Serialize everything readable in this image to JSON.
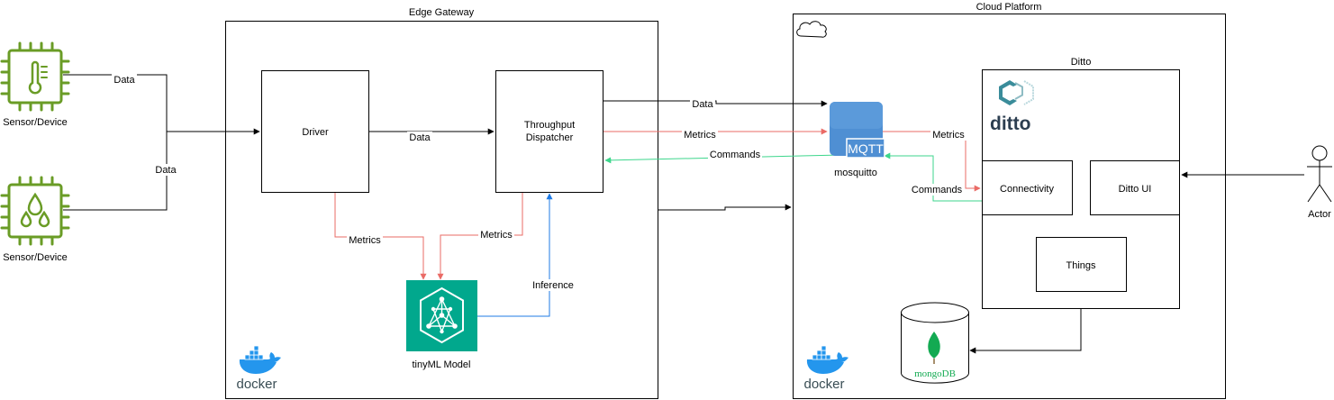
{
  "groups": {
    "edge_gateway": "Edge Gateway",
    "cloud_platform": "Cloud Platform",
    "ditto": "Ditto"
  },
  "nodes": {
    "sensor_temp": "Sensor/Device",
    "sensor_humidity": "Sensor/Device",
    "driver": "Driver",
    "dispatcher_line1": "Throughput",
    "dispatcher_line2": "Dispatcher",
    "tinyml": "tinyML Model",
    "mosquitto": "mosquitto",
    "mqtt_logo": "MQTT",
    "connectivity": "Connectivity",
    "ditto_ui": "Ditto UI",
    "things": "Things",
    "ditto_logo": "ditto",
    "mongodb_logo": "mongoDB",
    "docker_edge": "docker",
    "docker_cloud": "docker",
    "actor": "Actor"
  },
  "edges": {
    "data_sensor1": "Data",
    "data_sensor2": "Data",
    "data_driver_dispatcher": "Data",
    "data_dispatcher_mqtt": "Data",
    "metrics_dispatcher_mqtt": "Metrics",
    "commands_mqtt_dispatcher": "Commands",
    "metrics_mqtt_connectivity": "Metrics",
    "commands_connectivity_mqtt": "Commands",
    "metrics_driver_tinyml": "Metrics",
    "metrics_dispatcher_tinyml": "Metrics",
    "inference": "Inference"
  },
  "colors": {
    "sensor_green": "#6a9c26",
    "metrics_red": "#ea6b66",
    "commands_green": "#3dd68c",
    "inference_blue": "#1f7be6",
    "tinyml_teal": "#01a88d",
    "mqtt_blue": "#4f8fd3",
    "docker_blue": "#2496ed",
    "ditto_teal": "#3a8c9a",
    "mongo_green": "#13aa52"
  },
  "icons": [
    "temperature-sensor-icon",
    "humidity-sensor-icon",
    "tinyml-icon",
    "mqtt-icon",
    "ditto-logo-icon",
    "mongodb-icon",
    "docker-icon",
    "cloud-icon",
    "actor-icon"
  ]
}
